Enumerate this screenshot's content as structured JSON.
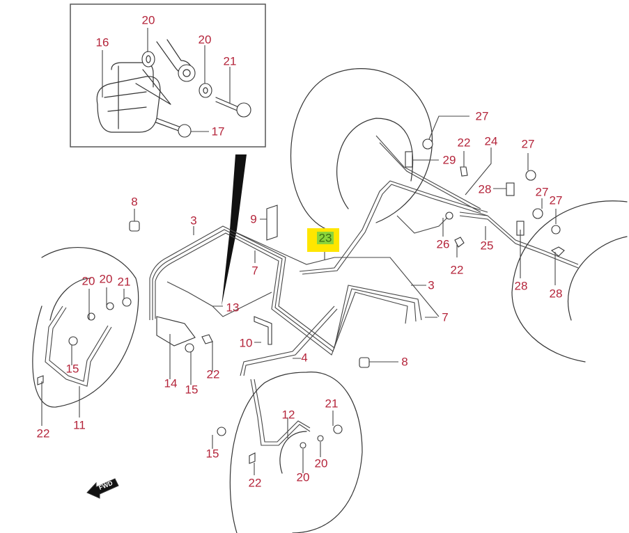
{
  "diagram": {
    "title": "Brake pipe / hose exploded parts diagram",
    "highlight_color": "#ffe600",
    "selected_part": "23",
    "label_color": "#b4243a",
    "fwd_label": "FWD",
    "inset_callouts": [
      {
        "id": "i16",
        "text": "16"
      },
      {
        "id": "i20a",
        "text": "20"
      },
      {
        "id": "i20b",
        "text": "20"
      },
      {
        "id": "i21",
        "text": "21"
      },
      {
        "id": "i17",
        "text": "17"
      }
    ],
    "callouts": [
      {
        "id": "c8a",
        "text": "8"
      },
      {
        "id": "c3a",
        "text": "3"
      },
      {
        "id": "c9",
        "text": "9"
      },
      {
        "id": "c7a",
        "text": "7"
      },
      {
        "id": "c23",
        "text": "23"
      },
      {
        "id": "c27a",
        "text": "27"
      },
      {
        "id": "c29",
        "text": "29"
      },
      {
        "id": "c22a",
        "text": "22"
      },
      {
        "id": "c24",
        "text": "24"
      },
      {
        "id": "c27b",
        "text": "27"
      },
      {
        "id": "c28a",
        "text": "28"
      },
      {
        "id": "c27c",
        "text": "27"
      },
      {
        "id": "c27d",
        "text": "27"
      },
      {
        "id": "c26",
        "text": "26"
      },
      {
        "id": "c25",
        "text": "25"
      },
      {
        "id": "c22b",
        "text": "22"
      },
      {
        "id": "c28b",
        "text": "28"
      },
      {
        "id": "c28c",
        "text": "28"
      },
      {
        "id": "c3b",
        "text": "3"
      },
      {
        "id": "c7b",
        "text": "7"
      },
      {
        "id": "c20a",
        "text": "20"
      },
      {
        "id": "c20b",
        "text": "20"
      },
      {
        "id": "c21a",
        "text": "21"
      },
      {
        "id": "c13",
        "text": "13"
      },
      {
        "id": "c10",
        "text": "10"
      },
      {
        "id": "c4",
        "text": "4"
      },
      {
        "id": "c8b",
        "text": "8"
      },
      {
        "id": "c15a",
        "text": "15"
      },
      {
        "id": "c14",
        "text": "14"
      },
      {
        "id": "c15b",
        "text": "15"
      },
      {
        "id": "c22c",
        "text": "22"
      },
      {
        "id": "c22d",
        "text": "22"
      },
      {
        "id": "c11",
        "text": "11"
      },
      {
        "id": "c12",
        "text": "12"
      },
      {
        "id": "c21b",
        "text": "21"
      },
      {
        "id": "c15c",
        "text": "15"
      },
      {
        "id": "c20c",
        "text": "20"
      },
      {
        "id": "c20d",
        "text": "20"
      },
      {
        "id": "c22e",
        "text": "22"
      }
    ]
  }
}
